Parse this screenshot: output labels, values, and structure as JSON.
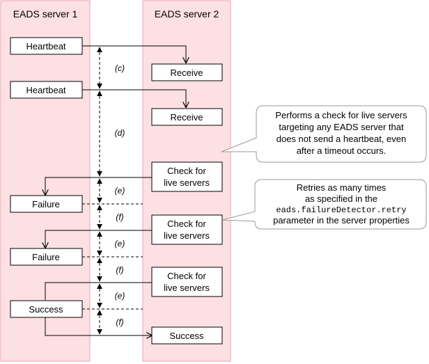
{
  "lanes": {
    "server1": "EADS server 1",
    "server2": "EADS server 2"
  },
  "boxes": {
    "heartbeat1": "Heartbeat",
    "heartbeat2": "Heartbeat",
    "receive1": "Receive",
    "receive2": "Receive",
    "check1": [
      "Check for",
      "live servers"
    ],
    "check2": [
      "Check for",
      "live servers"
    ],
    "check3": [
      "Check for",
      "live servers"
    ],
    "failure1": "Failure",
    "failure2": "Failure",
    "success1": "Success",
    "success2": "Success"
  },
  "intervals": {
    "c": "(c)",
    "d": "(d)",
    "e1": "(e)",
    "f1": "(f)",
    "e2": "(e)",
    "f2": "(f)",
    "e3": "(e)",
    "f3": "(f)"
  },
  "callouts": {
    "callout1": [
      "Performs a check for live servers",
      "targeting any EADS server that",
      "does not send a heartbeat, even",
      "after a timeout occurs."
    ],
    "callout2": {
      "line1": "Retries as many times",
      "line2": "as specified in the",
      "code": "eads.failureDetector.retry",
      "line4": "parameter in the server properties"
    }
  }
}
